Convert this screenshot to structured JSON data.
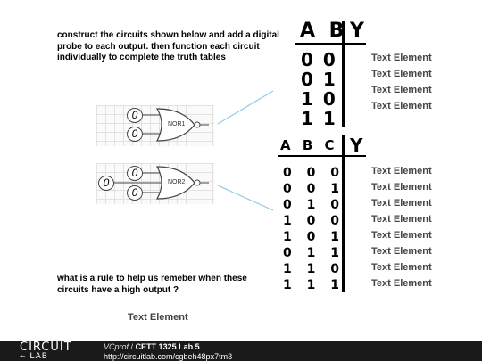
{
  "instructions": "construct the circuits shown below and add a digital probe to each output. then function each circuit individually to complete the truth tables",
  "question": "what is a rule to help us remeber when these circuits have a high output ?",
  "answer_placeholder": "Text Element",
  "table1": {
    "header_inputs": "A B",
    "header_output": "Y",
    "rows": [
      "0 0",
      "0 1",
      "1 0",
      "1 1"
    ],
    "outputs": [
      "Text Element",
      "Text Element",
      "Text Element",
      "Text Element"
    ]
  },
  "table2": {
    "header_inputs": "A B C",
    "header_output": "Y",
    "rows": [
      "0 0 0",
      "0 0 1",
      "0 1 0",
      "1 0 0",
      "1 0 1",
      "0 1 1",
      "1 1 0",
      "1 1 1"
    ],
    "outputs": [
      "Text Element",
      "Text Element",
      "Text Element",
      "Text Element",
      "Text Element",
      "Text Element",
      "Text Element",
      "Text Element"
    ]
  },
  "circuit1": {
    "gate_label": "NOR1",
    "input_a": "0",
    "input_b": "0"
  },
  "circuit2": {
    "gate_label": "NOR2",
    "input_a": "0",
    "input_b": "0",
    "input_c": "0"
  },
  "footer": {
    "logo_top": "CIRCUIT",
    "logo_bottom": "LAB",
    "author": "VCprof",
    "separator": "/",
    "title": "CETT 1325 Lab 5",
    "url": "http://circuitlab.com/cgbeh48px7tm3"
  },
  "colors": {
    "connector": "#8ecbe6",
    "grid": "#e2e2e2",
    "footer_bg": "#1a1a1a"
  }
}
